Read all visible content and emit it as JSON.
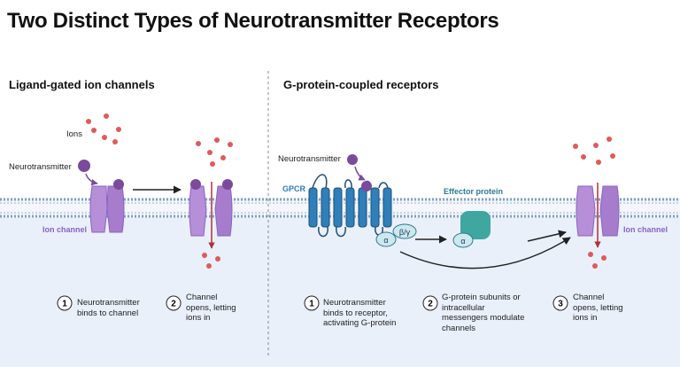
{
  "title": "Two Distinct Types of Neurotransmitter Receptors",
  "colors": {
    "membrane": "#7fa0bf",
    "cytoplasm": "#e9f0fa",
    "ion_dot": "#e05a5a",
    "neurotransmitter": "#7a4a9c",
    "channel": "#b68fd8",
    "gpcr": "#2f7fba",
    "effector": "#3fa7a0",
    "g_alpha": "#cde8ef",
    "channel_label": "#8a62c4",
    "teal_label": "#2b7a8e"
  },
  "left_panel": {
    "title": "Ligand-gated ion channels",
    "labels": {
      "ions": "Ions",
      "neurotransmitter": "Neurotransmitter",
      "ion_channel": "Ion channel"
    },
    "steps": [
      {
        "number": "1",
        "text": "Neurotransmitter\nbinds to channel"
      },
      {
        "number": "2",
        "text": "Channel\nopens, letting\nions in"
      }
    ]
  },
  "right_panel": {
    "title": "G-protein-coupled receptors",
    "labels": {
      "neurotransmitter": "Neurotransmitter",
      "gpcr": "GPCR",
      "effector_protein": "Effector protein",
      "ion_channel": "Ion channel",
      "alpha": "α",
      "beta_gamma": "β/γ"
    },
    "steps": [
      {
        "number": "1",
        "text": "Neurotransmitter\nbinds to receptor,\nactivating G-protein"
      },
      {
        "number": "2",
        "text": "G-protein subunits or\nintracellular\nmessengers modulate\nchannels"
      },
      {
        "number": "3",
        "text": "Channel\nopens, letting\nions in"
      }
    ]
  }
}
